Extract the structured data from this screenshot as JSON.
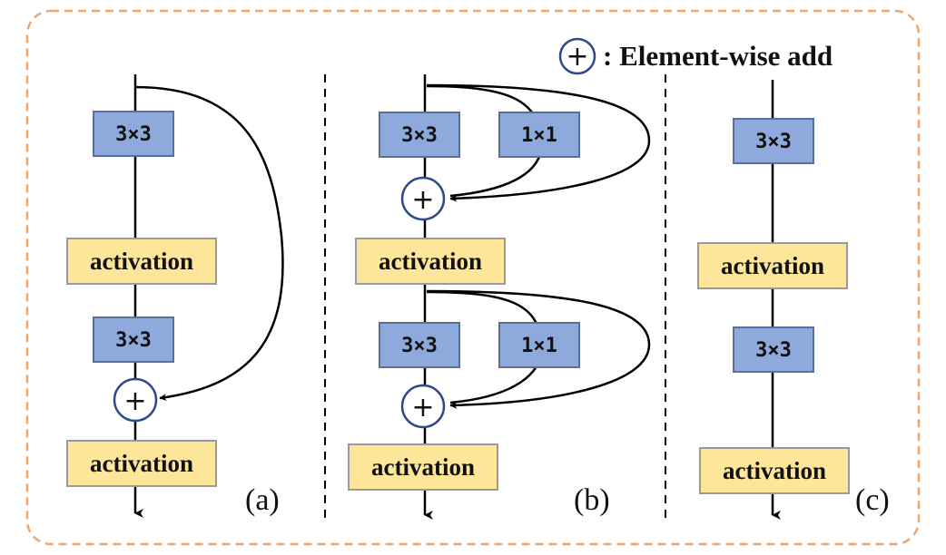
{
  "legend": {
    "symbol": "+",
    "label": ": Element-wise add"
  },
  "panels": {
    "a": {
      "label": "(a)",
      "conv_top": "3×3",
      "activation_1": "activation",
      "conv_bottom": "3×3",
      "add": "+",
      "activation_2": "activation"
    },
    "b": {
      "label": "(b)",
      "conv_top_main": "3×3",
      "conv_top_branch": "1×1",
      "add_top": "+",
      "activation_1": "activation",
      "conv_bottom_main": "3×3",
      "conv_bottom_branch": "1×1",
      "add_bottom": "+",
      "activation_2": "activation"
    },
    "c": {
      "label": "(c)",
      "conv_top": "3×3",
      "activation_1": "activation",
      "conv_bottom": "3×3",
      "activation_2": "activation"
    }
  },
  "colors": {
    "conv_fill": "#8ea9db",
    "conv_stroke": "#5a6f9a",
    "activation_fill": "#fde59a",
    "activation_stroke": "#9a9a9a",
    "add_stroke": "#2f4a8a",
    "frame": "#f0a66a",
    "line": "#000000"
  }
}
